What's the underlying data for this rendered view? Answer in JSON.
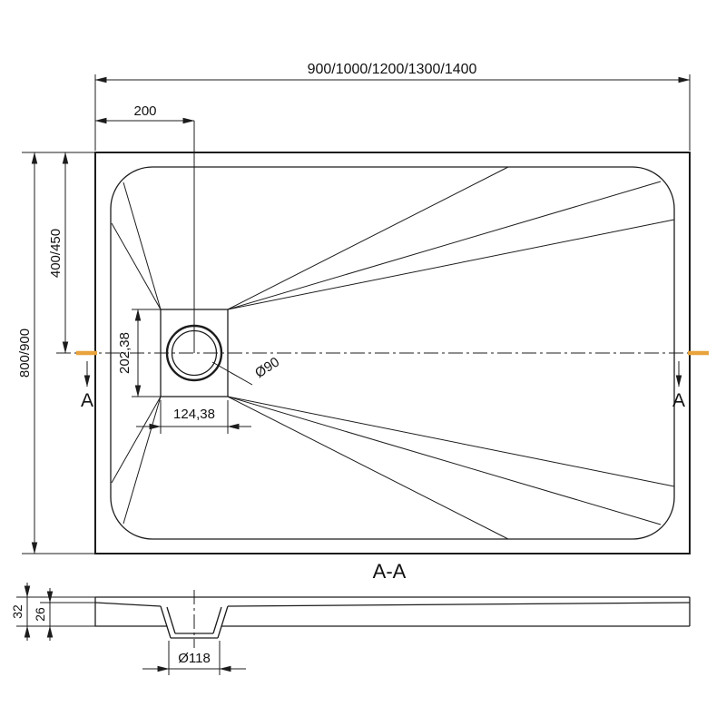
{
  "top_view": {
    "dim_width_options": "900/1000/1200/1300/1400",
    "dim_drain_offset": "200",
    "dim_depth_options": "800/900",
    "dim_drain_center": "400/450",
    "dim_plate_height": "202,38",
    "dim_plate_width": "124,38",
    "dim_drain_dia": "Ø90",
    "section_marker_left": "A",
    "section_marker_right": "A"
  },
  "section_view": {
    "title": "A-A",
    "dim_height_outer": "32",
    "dim_height_inner": "26",
    "dim_recess_dia": "Ø118"
  },
  "colors": {
    "line": "#1c1c1c",
    "accent": "#e8a33c"
  }
}
